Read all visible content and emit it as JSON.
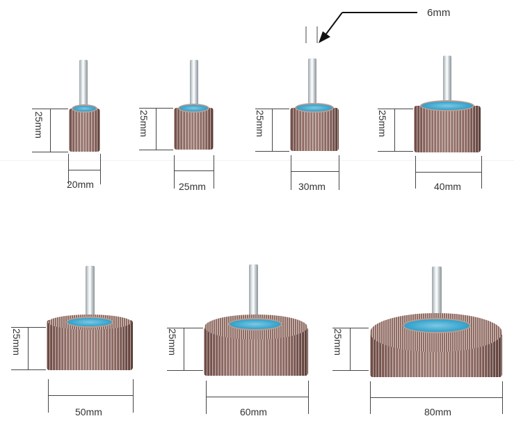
{
  "callout": {
    "label": "6mm"
  },
  "height_label": "25mm",
  "products": [
    {
      "diameter_label": "20mm"
    },
    {
      "diameter_label": "25mm"
    },
    {
      "diameter_label": "30mm"
    },
    {
      "diameter_label": "40mm"
    },
    {
      "diameter_label": "50mm"
    },
    {
      "diameter_label": "60mm"
    },
    {
      "diameter_label": "80mm"
    }
  ],
  "colors": {
    "hub": "#3aa6cf",
    "abrasive": "#9b7770",
    "shaft": "#d5dcdf",
    "dimension_lines": "#444444"
  }
}
